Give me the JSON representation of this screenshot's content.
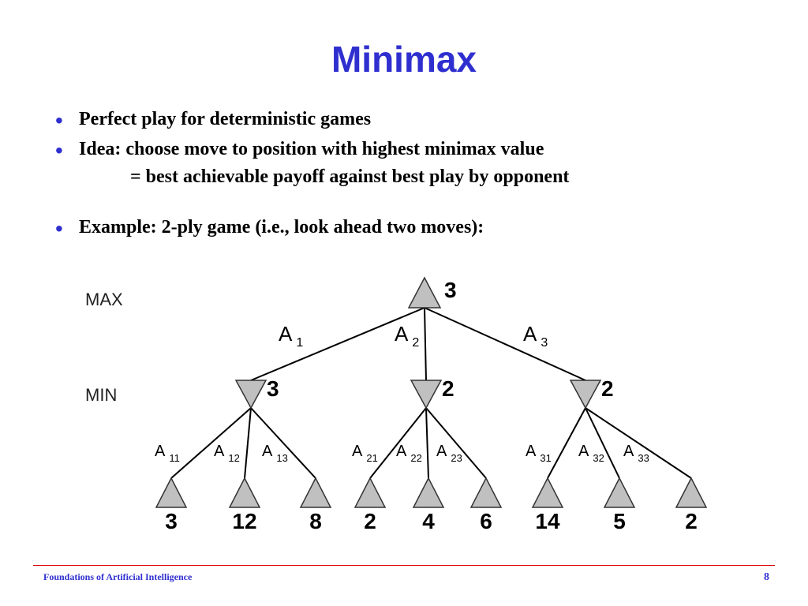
{
  "slide": {
    "title": "Minimax",
    "bullets": [
      "Perfect play for deterministic games",
      "Idea: choose move to position with highest minimax value",
      "= best achievable payoff against best play by opponent",
      "Example:  2-ply game (i.e., look ahead two moves):"
    ]
  },
  "tree": {
    "level_labels": [
      "MAX",
      "MIN"
    ],
    "root": {
      "value": "3"
    },
    "first_moves": [
      {
        "label": "A",
        "sub": "1",
        "value": "3"
      },
      {
        "label": "A",
        "sub": "2",
        "value": "2"
      },
      {
        "label": "A",
        "sub": "3",
        "value": "2"
      }
    ],
    "second_moves": [
      {
        "label": "A",
        "sub": "11",
        "value": "3"
      },
      {
        "label": "A",
        "sub": "12",
        "value": "12"
      },
      {
        "label": "A",
        "sub": "13",
        "value": "8"
      },
      {
        "label": "A",
        "sub": "21",
        "value": "2"
      },
      {
        "label": "A",
        "sub": "22",
        "value": "4"
      },
      {
        "label": "A",
        "sub": "23",
        "value": "6"
      },
      {
        "label": "A",
        "sub": "31",
        "value": "14"
      },
      {
        "label": "A",
        "sub": "32",
        "value": "5"
      },
      {
        "label": "A",
        "sub": "33",
        "value": "2"
      }
    ],
    "colors": {
      "node_fill": "#c0c0c0",
      "node_stroke": "#333333"
    }
  },
  "footer": {
    "left": "Foundations of Artificial Intelligence",
    "page": "8"
  }
}
